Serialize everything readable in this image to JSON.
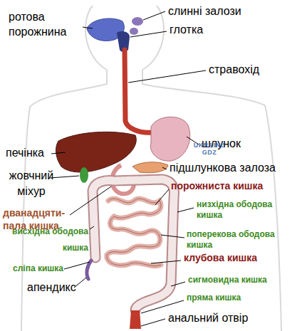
{
  "diagram": {
    "labels": [
      "ротова порожнина",
      "слинні залози",
      "глотка",
      "стравохід",
      "шлунок",
      "печінка",
      "жовчний міхур",
      "підшлункова залоза",
      "порожниста кишка",
      "низхідна ободова кишка",
      "дванадцяти- пала кишка",
      "висхідна ободова кишка",
      "поперекова ободова кишка",
      "клубова кишка",
      "сліпа кишка",
      "апендикс",
      "сигмовидна кишка",
      "пряма кишка",
      "анальний отвір",
      "UKRAINE GDZ"
    ]
  }
}
